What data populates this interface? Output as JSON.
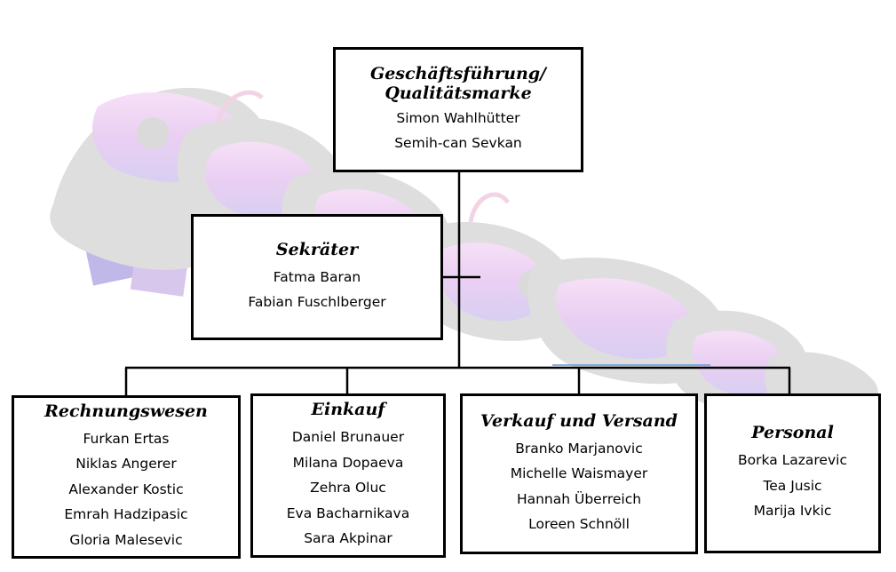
{
  "chart": {
    "root": {
      "title_lines": [
        "Geschäftsführung/",
        "Qualitätsmarke"
      ],
      "members": [
        "Simon Wahlhütter",
        "Semih-can Sevkan"
      ]
    },
    "assistant": {
      "title": "Sekräter",
      "members": [
        "Fatma Baran",
        "Fabian Fuschlberger"
      ]
    },
    "departments": [
      {
        "title": "Rechnungswesen",
        "members": [
          "Furkan Ertas",
          "Niklas Angerer",
          "Alexander Kostic",
          "Emrah Hadzipasic",
          "Gloria Malesevic"
        ]
      },
      {
        "title": "Einkauf",
        "members": [
          "Daniel Brunauer",
          "Milana Dopaeva",
          "Zehra Oluc",
          "Eva Bacharnikava",
          "Sara Akpinar"
        ]
      },
      {
        "title": "Verkauf und Versand",
        "members": [
          "Branko Marjanovic",
          "Michelle Waismayer",
          "Hannah Überreich",
          "Loreen Schnöll"
        ]
      },
      {
        "title": "Personal",
        "members": [
          "Borka Lazarevic",
          "Tea Jusic",
          "Marija Ivkic"
        ]
      }
    ]
  },
  "colors": {
    "line": "#000000",
    "box_border": "#000000",
    "watermark_gray": "#c8c8c8",
    "watermark_pink": "#e6a8e6",
    "watermark_purple": "#9b8cd9"
  },
  "icons": {
    "watermark": "present-logo-watermark"
  }
}
